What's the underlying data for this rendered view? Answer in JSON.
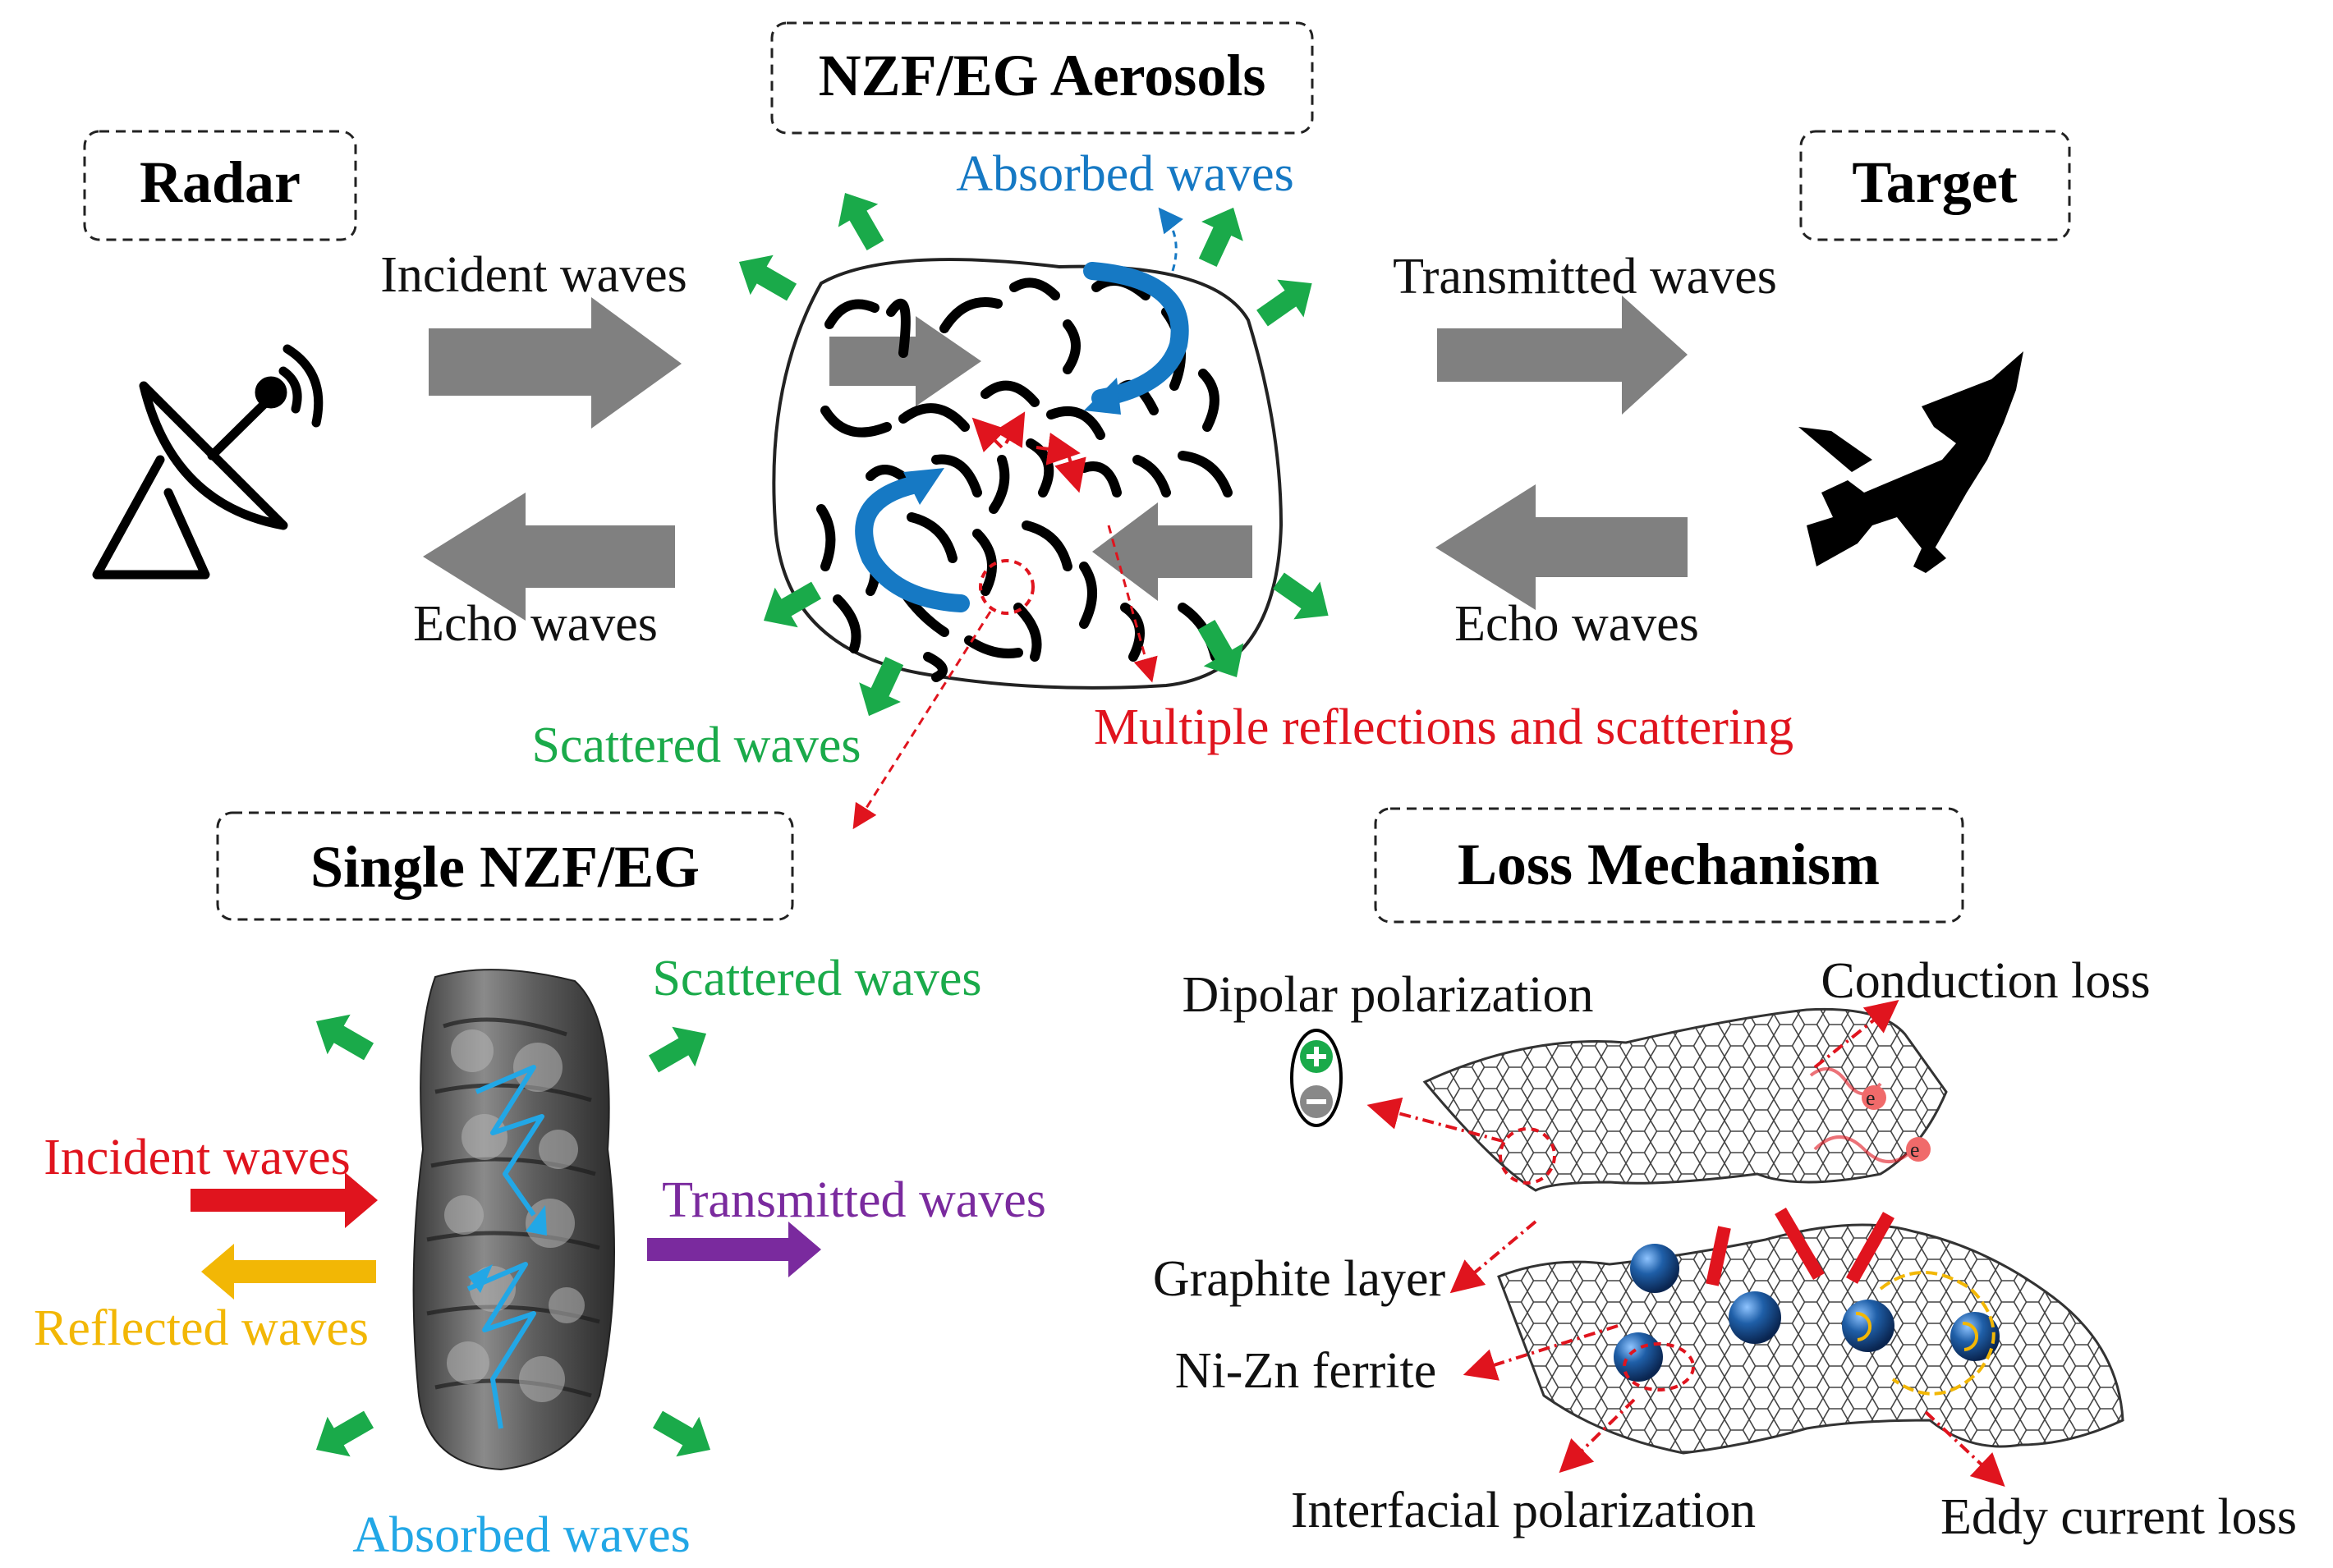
{
  "boxes": {
    "radar": "Radar",
    "aerosols": "NZF/EG Aerosols",
    "target": "Target",
    "single": "Single NZF/EG",
    "loss": "Loss Mechanism"
  },
  "top_labels": {
    "incident": "Incident waves",
    "echo_left": "Echo waves",
    "transmitted": "Transmitted waves",
    "echo_right": "Echo waves",
    "absorbed": "Absorbed waves",
    "scattered": "Scattered waves",
    "multiple": "Multiple reflections and scattering"
  },
  "single_labels": {
    "scattered": "Scattered waves",
    "incident": "Incident waves",
    "reflected": "Reflected waves",
    "transmitted": "Transmitted waves",
    "absorbed": "Absorbed waves"
  },
  "loss_labels": {
    "dipolar": "Dipolar polarization",
    "conduction": "Conduction loss",
    "graphite": "Graphite layer",
    "ferrite": "Ni-Zn ferrite",
    "interfacial": "Interfacial polarization",
    "eddy": "Eddy current loss",
    "electron": "e"
  },
  "icons": [
    "radar-dish-icon",
    "airplane-icon",
    "plus-charge-icon",
    "minus-charge-icon"
  ],
  "colors": {
    "scattered": "#1aaa4a",
    "absorbed_top": "#1679c4",
    "absorbed_single": "#22a7e6",
    "incident_single": "#e0141e",
    "reflected": "#f2b705",
    "transmitted_single": "#7a2a9e",
    "wave_arrow": "#808080",
    "ferrite_sphere": "#1f5fa8"
  }
}
